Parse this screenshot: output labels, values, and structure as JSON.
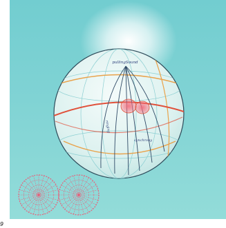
{
  "figure": {
    "number": "9",
    "labels": {
      "top_label": "pullingSound",
      "left_label": "ringing",
      "bottom_label": "synchrony"
    }
  },
  "colors": {
    "background": "#7fd2d3",
    "glow": "#ffffff",
    "sphere_fill": "#dff3f2",
    "sphere_outline": "#2e4b5a",
    "meridians": "#2f4a66",
    "latitude_orange": "#e9a24a",
    "equator_red": "#e0503a",
    "grid_lines": "#7ec5c9",
    "rosette": "#e8607a",
    "text": "#2d3f7a"
  }
}
